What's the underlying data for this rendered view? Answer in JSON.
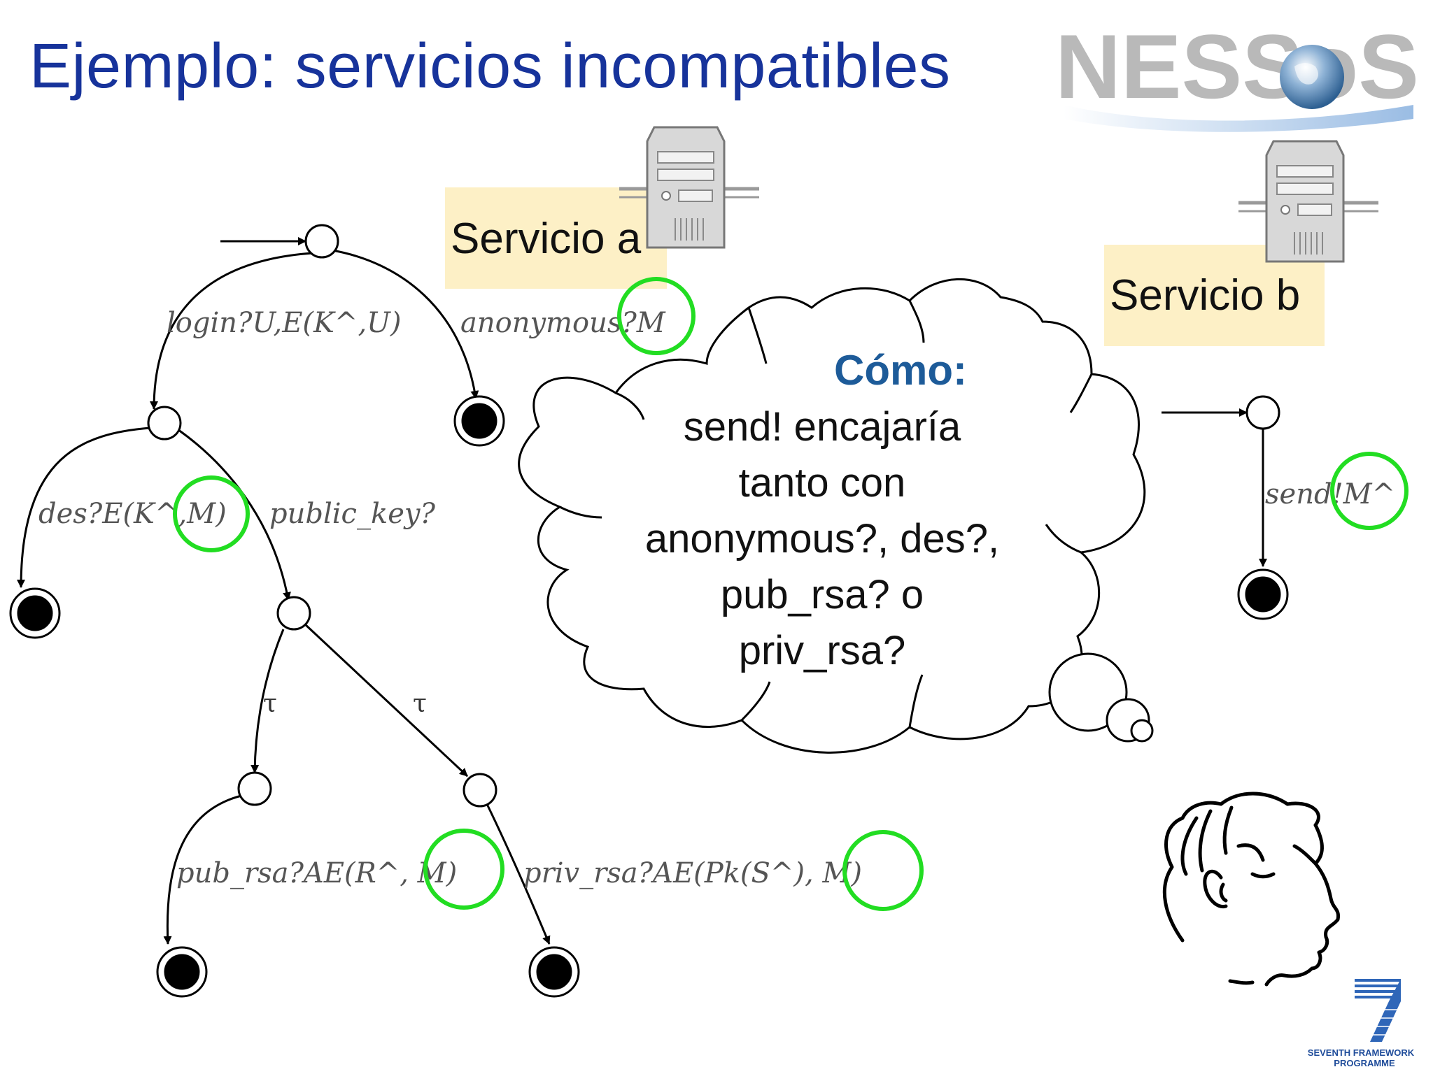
{
  "slide": {
    "title": "Ejemplo: servicios incompatibles"
  },
  "logos": {
    "nessos": "NESSoS",
    "fp7_line1": "SEVENTH FRAMEWORK",
    "fp7_line2": "PROGRAMME"
  },
  "service_a": {
    "label": "Servicio a",
    "transitions": {
      "login": "login?U,E(K^,U)",
      "anonymous": "anonymous?M",
      "des": "des?E(K^,M)",
      "public_key": "public_key?",
      "tau_left": "τ",
      "tau_right": "τ",
      "pub_rsa": "pub_rsa?AE(R^, M)",
      "priv_rsa": "priv_rsa?AE(Pk(S^), M)"
    }
  },
  "service_b": {
    "label": "Servicio b",
    "transitions": {
      "send": "send!M^"
    }
  },
  "thought": {
    "heading": "Cómo:",
    "lines": [
      "send! encajaría",
      "tanto con",
      "anonymous?, des?,",
      "pub_rsa? o",
      "priv_rsa?"
    ]
  },
  "colors": {
    "title": "#17339b",
    "highlight_circle": "#22dd22",
    "service_label_bg": "#fdf0c6",
    "cloud_heading": "#1d5b99"
  },
  "icons": [
    "server-icon",
    "thinking-head-icon",
    "globe-icon"
  ]
}
